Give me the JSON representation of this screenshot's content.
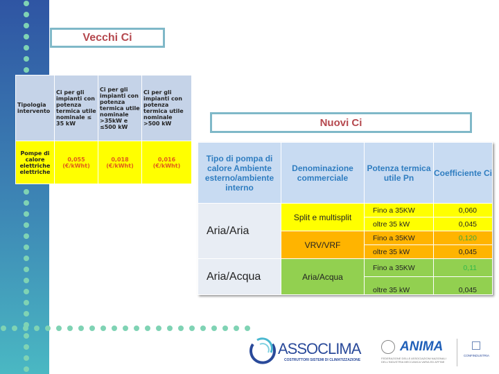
{
  "old_section": {
    "title": "Vecchi Ci",
    "headers": [
      "Tipologia intervento",
      "Ci per gli impianti con potenza termica utile nominale ≤ 35 kW",
      "Ci per gli impianti con potenza termica utile nominale >35kW e ≤500 kW",
      "Ci per gli impianti con potenza termica utile nominale >500 kW"
    ],
    "row": [
      "Pompe di calore elettriche elettriche",
      "0,055 (€/kWht)",
      "0,018 (€/kWht)",
      "0,016 (€/kWht)"
    ]
  },
  "new_section": {
    "title": "Nuovi Ci",
    "headers": [
      "Tipo di pompa di calore Ambiente esterno/ambiente interno",
      "Denominazione commerciale",
      "Potenza termica utile Pn",
      "Coefficiente Ci"
    ],
    "types": [
      "Aria/Aria",
      "Aria/Acqua"
    ],
    "denominations": [
      "Split e multisplit",
      "VRV/VRF",
      "Aria/Acqua"
    ],
    "rows": [
      {
        "power": "Fino a 35KW",
        "ci": "0,060"
      },
      {
        "power": "oltre 35 kW",
        "ci": "0,045"
      },
      {
        "power": "Fino a 35KW",
        "ci": "0,120"
      },
      {
        "power": "oltre 35 kW",
        "ci": "0,045"
      },
      {
        "power": "Fino a 35KW",
        "ci": "0,11"
      },
      {
        "power": "oltre 35 kW",
        "ci": "0,045"
      }
    ]
  },
  "colors": {
    "yellow": "#ffff00",
    "orange": "#ffb400",
    "green": "#92d050",
    "header_blue": "#c8dbf2",
    "title_red": "#b5484e"
  },
  "logos": {
    "assoclima": "ASSOCLIMA",
    "assoclima_sub": "COSTRUTTORI SISTEMI DI CLIMATIZZAZIONE",
    "anima": "ANIMA",
    "anima_sub": "FEDERAZIONE DELLE ASSOCIAZIONI NAZIONALI DELL'INDUSTRIA MECCANICA VARIA ED AFFINE",
    "confindustria": "CONFINDUSTRIA"
  }
}
